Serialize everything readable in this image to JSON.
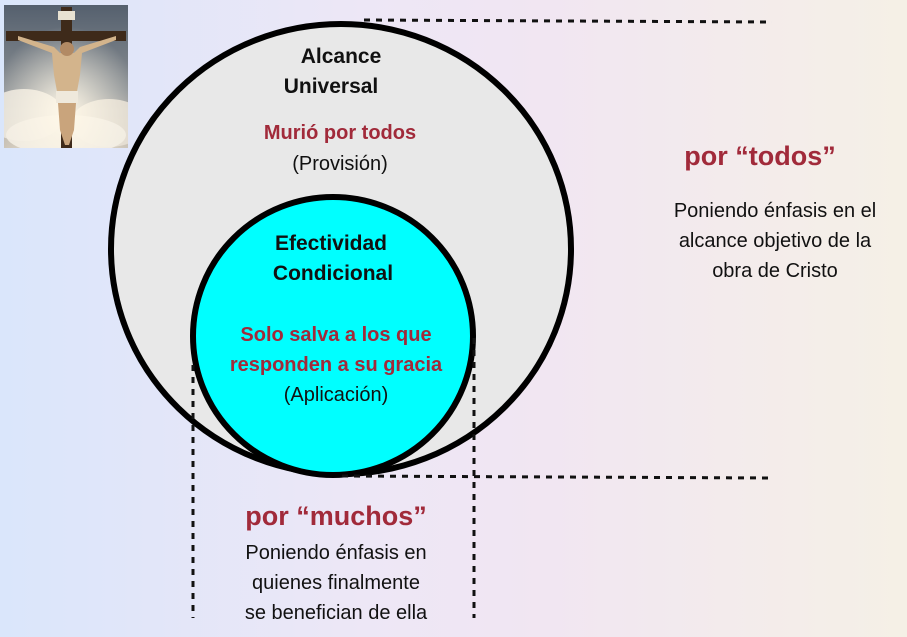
{
  "image": {
    "icon": "crucifix-icon",
    "colors": {
      "sky": "#6b7a8c",
      "cloud": "#e9e4db",
      "wood": "#3e2a1a",
      "figure": "#d3b48c"
    }
  },
  "outer_circle": {
    "title_line1": "Alcance",
    "title_line2": "Universal",
    "highlight": "Murió por todos",
    "note": "(Provisión)",
    "fill": "#e8e8e8"
  },
  "inner_circle": {
    "title_line1": "Efectividad",
    "title_line2": "Condicional",
    "highlight_line1": "Solo salva a los que",
    "highlight_line2": "responden a su gracia",
    "note": "(Aplicación)",
    "fill": "#00ffff"
  },
  "right_panel": {
    "heading": "por  “todos”",
    "line1": "Poniendo énfasis  en el",
    "line2": "alcance objetivo de la",
    "line3": "obra de Cristo"
  },
  "bottom_panel": {
    "heading": "por  “muchos”",
    "line1": "Poniendo énfasis en",
    "line2": "quienes finalmente",
    "line3": "se benefician de ella"
  },
  "colors": {
    "accent": "#a12a3a",
    "stroke": "#000000",
    "text": "#111111"
  }
}
